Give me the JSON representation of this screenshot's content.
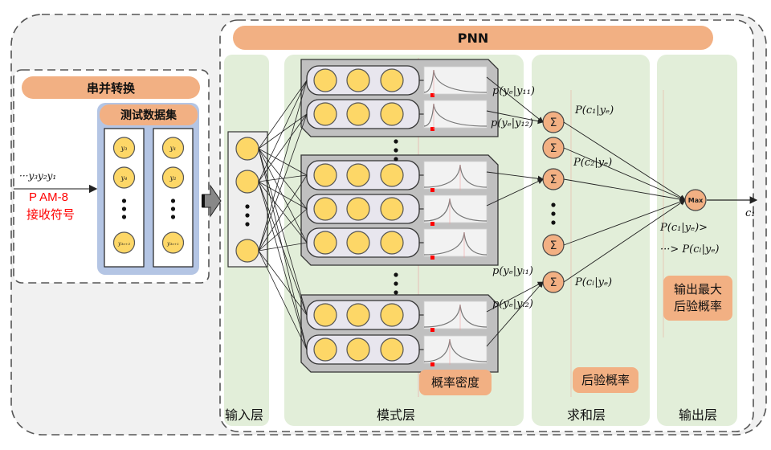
{
  "colors": {
    "outer_fill": "#f1f1f1",
    "dash": "#555555",
    "panel_fill": "#e2eed9",
    "orange": "#f2b083",
    "neuron": "#fdd767",
    "neuron_stroke": "#555555",
    "group_fill": "#c0c0c0",
    "row_fill": "#e8e6ee",
    "blue_panel": "#b4c5e4",
    "red": "#ff0000"
  },
  "serial_parallel": {
    "title": "串并转换",
    "dataset_title": "测试数据集",
    "input_sequence": "···y₃y₂y₁",
    "signal_label_line1": "P AM-8",
    "signal_label_line2": "接收符号",
    "column1": [
      "y₃",
      "y₄",
      "y₃ₙ₊₃"
    ],
    "column2": [
      "y₁",
      "y₂",
      "y₃ₙ₊₁"
    ]
  },
  "pnn": {
    "title": "PNN",
    "layers": {
      "input": "输入层",
      "pattern": "模式层",
      "summation": "求和层",
      "output": "输出层"
    },
    "pattern_tag": "概率密度",
    "summation_tag": "后验概率",
    "output_tag_line1": "输出最大",
    "output_tag_line2": "后验概率",
    "sum_symbol": "Σ",
    "max_node": "Max",
    "output_symbol": "c₁",
    "pattern_outputs": {
      "p11": "p(yₑ|y₁₁)",
      "p12": "p(yₑ|y₁₂)",
      "pl1": "p(yₑ|yₗ₁)",
      "pl2": "p(yₑ|yₗ₂)"
    },
    "posteriors": {
      "c1": "P(c₁|yₑ)",
      "c2": "P(c₂|yₑ)",
      "cl": "P(cₗ|yₑ)"
    },
    "comparison_line1": "P(c₁|yₑ)>",
    "comparison_line2": "···> P(cₗ|yₑ)"
  }
}
